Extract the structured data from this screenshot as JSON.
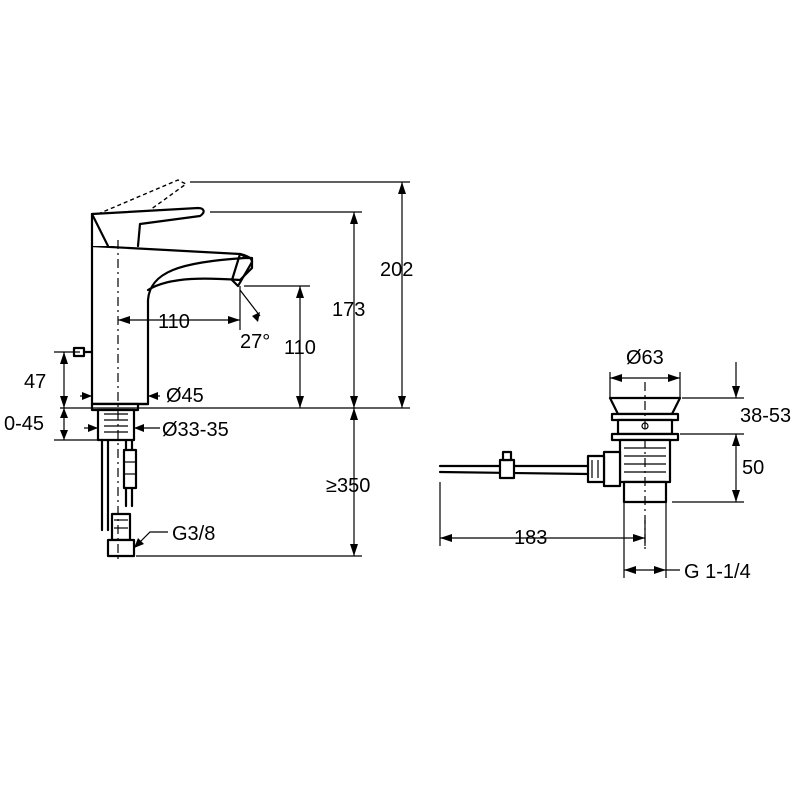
{
  "dimensions": {
    "height_total": "202",
    "height_spout_top": "173",
    "height_outlet": "110",
    "spout_reach": "110",
    "outlet_angle": "27°",
    "lever_offset": "47",
    "deck_thickness": "0-45",
    "base_diameter": "Ø45",
    "hole_diameter": "Ø33-35",
    "hose_length": "≥350",
    "connection_thread": "G3/8",
    "waste_diameter": "Ø63",
    "waste_stroke": "38-53",
    "waste_height": "50",
    "rod_length": "183",
    "waste_thread": "G 1-1/4"
  },
  "colors": {
    "line": "#000000",
    "background": "#ffffff"
  }
}
